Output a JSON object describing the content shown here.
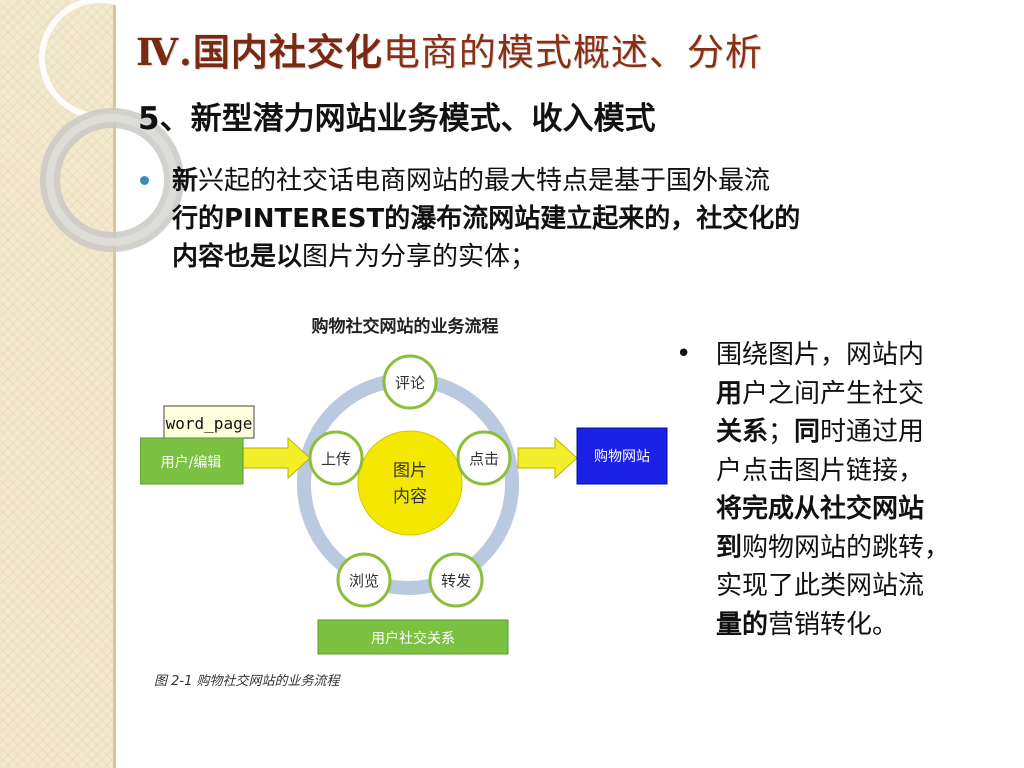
{
  "title": {
    "numeral": "Ⅳ.",
    "bold_part": "国内社交化",
    "rest": "电商的模式概述、分析"
  },
  "subtitle": {
    "num": "5、",
    "bold": "新型潜力网站",
    "rest": "业务模式、收入模式"
  },
  "bullet1": {
    "lines": [
      [
        "新",
        "兴起的社交话电商网站的最大特点是基于国外最流"
      ],
      [
        "行的PINTEREST的瀑布流网站建立起来的，社交化的",
        ""
      ],
      [
        "内容也是以",
        "图片为分享的实体；"
      ]
    ]
  },
  "bullet2": {
    "marker": "•",
    "lines": [
      [
        "",
        "围绕图片，网站内"
      ],
      [
        "用",
        "户之间产生社交"
      ],
      [
        "关系",
        "；"
      ],
      [
        "同",
        "时通过用"
      ],
      [
        "",
        "户点击图片链接，"
      ],
      [
        "将完成从社交网站",
        ""
      ],
      [
        "到",
        "购物网站的跳转，"
      ],
      [
        "",
        "实现了此类网站流"
      ],
      [
        "量的",
        "营销转化。"
      ]
    ]
  },
  "diagram": {
    "title": "购物社交网站的业务流程",
    "word_page": "word_page",
    "user_edit": "用户/编辑",
    "shop_site": "购物网站",
    "center_1": "图片",
    "center_2": "内容",
    "node_comment": "评论",
    "node_upload": "上传",
    "node_click": "点击",
    "node_browse": "浏览",
    "node_forward": "转发",
    "relation": "用户社交关系",
    "caption": "图 2-1  购物社交网站的业务流程"
  },
  "colors": {
    "title": "#7a2a12",
    "strip": "#f3e9cf",
    "node_border": "#8bbf3a",
    "center_fill": "#f5e800",
    "shop_fill": "#1a22e8",
    "arrow_fill": "#f2ee2a",
    "green_box": "#7cc242",
    "ring": "#b9c9e0"
  }
}
